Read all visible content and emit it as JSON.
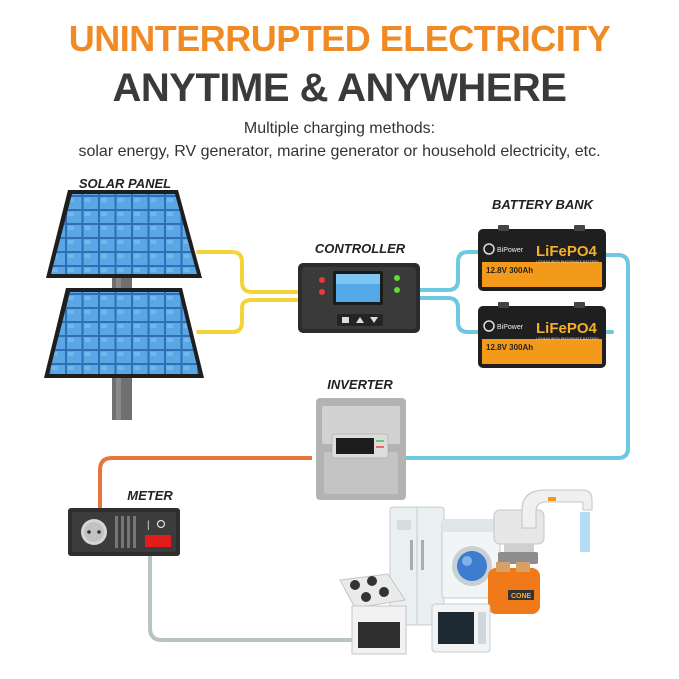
{
  "header": {
    "title_line1": "UNINTERRUPTED ELECTRICITY",
    "title_line2": "ANYTIME & ANYWHERE",
    "subtitle_line1": "Multiple charging methods:",
    "subtitle_line2": "solar energy, RV generator, marine generator or household electricity, etc."
  },
  "labels": {
    "solar_panel": "SOLAR PANEL",
    "controller": "CONTROLLER",
    "battery_bank": "BATTERY BANK",
    "inverter": "INVERTER",
    "meter": "METER"
  },
  "battery": {
    "brand": "BiPower",
    "chemistry": "LiFePO4",
    "tagline": "LITHIUM IRON PHOSPHATE BATTERY",
    "spec": "12.8V 300Ah"
  },
  "appliance": {
    "toaster_label": "CONE"
  },
  "colors": {
    "title_orange": "#f08a24",
    "title_dark": "#3a3a3a",
    "solar_wire": "#f5d43a",
    "battery_wire": "#6cc9df",
    "meter_wire": "#e8763a",
    "ground_wire": "#b8c3c4"
  }
}
